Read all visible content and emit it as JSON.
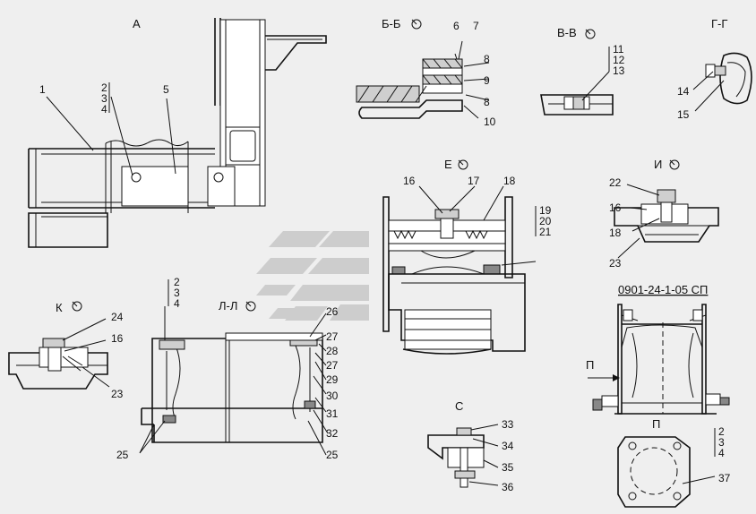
{
  "views": {
    "a": "А",
    "bb": "Б-Б",
    "vv": "В-В",
    "gg": "Г-Г",
    "e": "Е",
    "i": "И",
    "k": "К",
    "ll": "Л-Л",
    "s": "С",
    "p": "П",
    "p_arrow": "П"
  },
  "doc_number": "0901-24-1-05 СП",
  "callouts": {
    "c1": "1",
    "c2": "2",
    "c3": "3",
    "c4": "4",
    "c5": "5",
    "c6": "6",
    "c7": "7",
    "c8a": "8",
    "c9": "9",
    "c8b": "8",
    "c10": "10",
    "c11": "11",
    "c12": "12",
    "c13": "13",
    "c14": "14",
    "c15": "15",
    "c16e": "16",
    "c17": "17",
    "c18e": "18",
    "c19": "19",
    "c20": "20",
    "c21": "21",
    "c22": "22",
    "c16i": "16",
    "c18i": "18",
    "c23i": "23",
    "c2k": "2",
    "c3k": "3",
    "c4k": "4",
    "c24": "24",
    "c16k": "16",
    "c23k": "23",
    "c26": "26",
    "c27a": "27",
    "c28": "28",
    "c27b": "27",
    "c29": "29",
    "c30": "30",
    "c31": "31",
    "c32": "32",
    "c25a": "25",
    "c25b": "25",
    "c33": "33",
    "c34": "34",
    "c35": "35",
    "c36": "36",
    "c2p": "2",
    "c3p": "3",
    "c4p": "4",
    "c37": "37"
  },
  "colors": {
    "line": "#111111",
    "watermark": "#c8c8c8",
    "background": "#efefef"
  },
  "icons": {
    "section_marker": "rotation-circle-icon"
  }
}
